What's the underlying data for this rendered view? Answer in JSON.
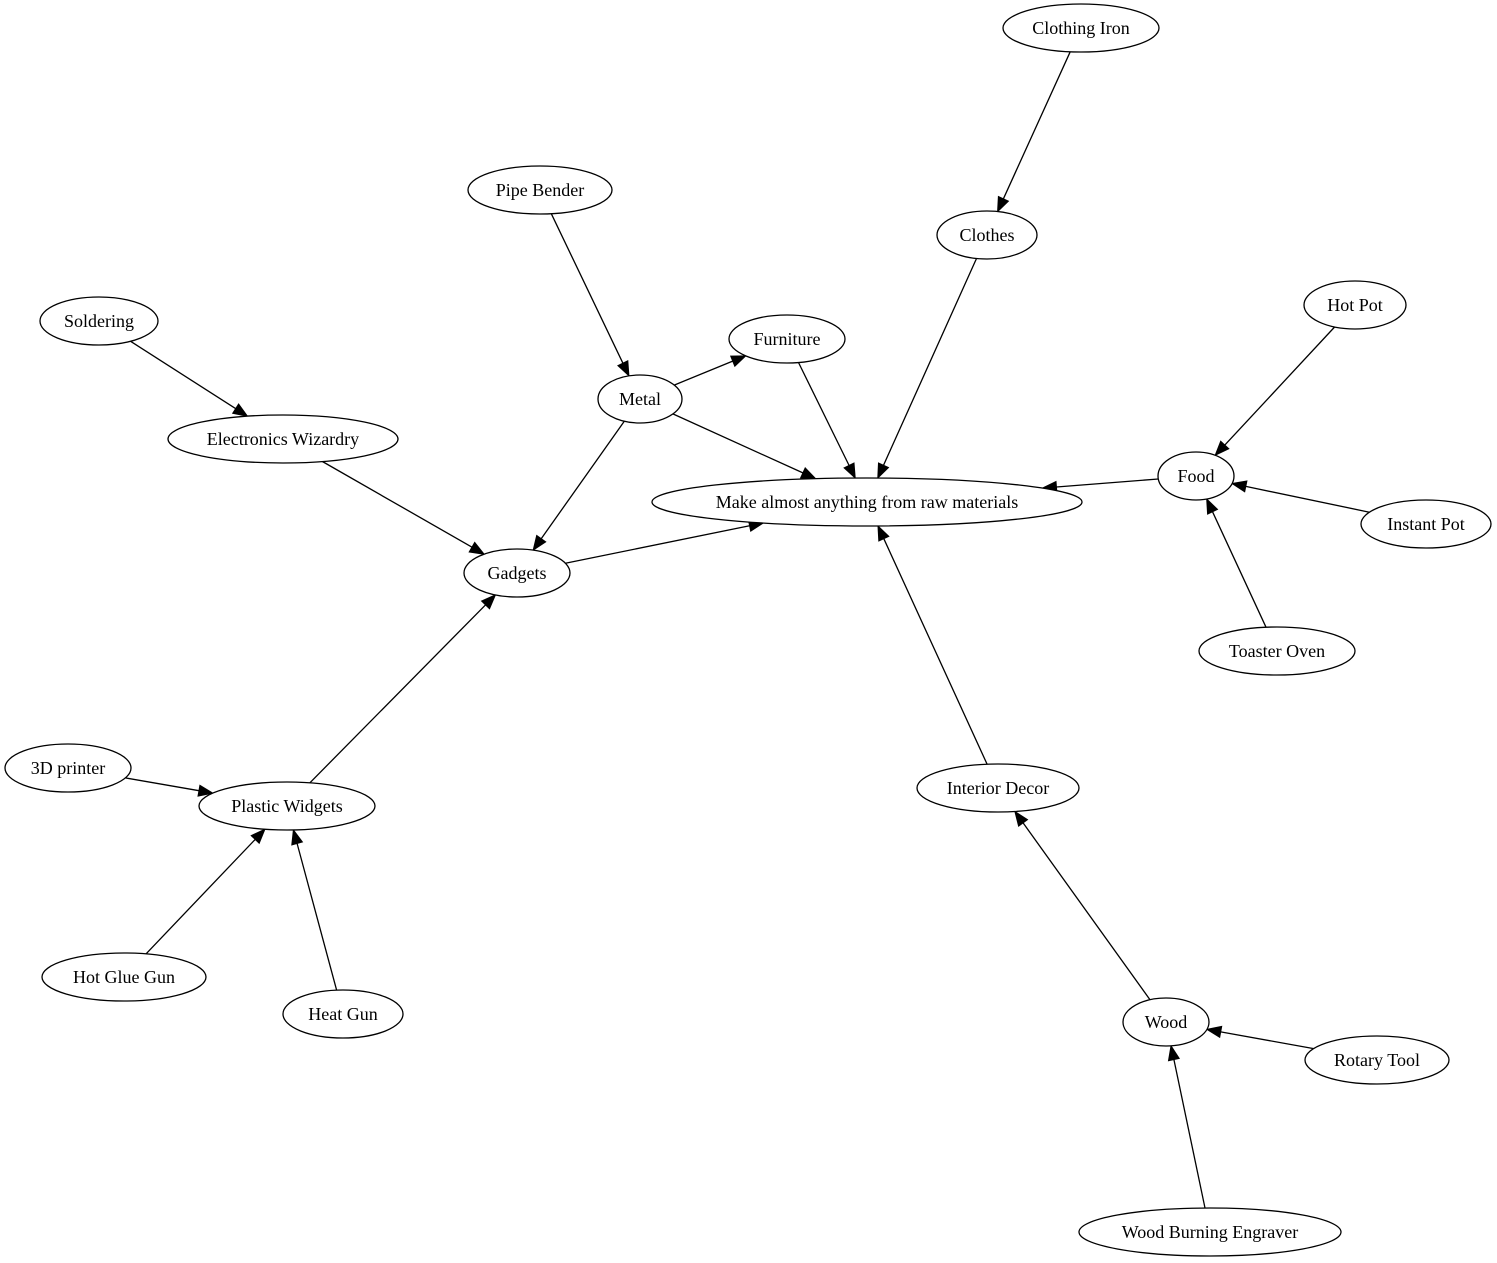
{
  "diagram": {
    "nodes": [
      {
        "id": "make",
        "label": "Make almost anything from raw materials"
      },
      {
        "id": "gadgets",
        "label": "Gadgets"
      },
      {
        "id": "metal",
        "label": "Metal"
      },
      {
        "id": "furniture",
        "label": "Furniture"
      },
      {
        "id": "pipe_bender",
        "label": "Pipe Bender"
      },
      {
        "id": "clothes",
        "label": "Clothes"
      },
      {
        "id": "clothing_iron",
        "label": "Clothing Iron"
      },
      {
        "id": "food",
        "label": "Food"
      },
      {
        "id": "hot_pot",
        "label": "Hot Pot"
      },
      {
        "id": "instant_pot",
        "label": "Instant Pot"
      },
      {
        "id": "toaster_oven",
        "label": "Toaster Oven"
      },
      {
        "id": "interior_decor",
        "label": "Interior Decor"
      },
      {
        "id": "wood",
        "label": "Wood"
      },
      {
        "id": "rotary_tool",
        "label": "Rotary Tool"
      },
      {
        "id": "wood_burning_engraver",
        "label": "Wood Burning Engraver"
      },
      {
        "id": "electronics_wizardry",
        "label": "Electronics Wizardry"
      },
      {
        "id": "soldering",
        "label": "Soldering"
      },
      {
        "id": "plastic_widgets",
        "label": "Plastic Widgets"
      },
      {
        "id": "printer_3d",
        "label": "3D printer"
      },
      {
        "id": "hot_glue_gun",
        "label": "Hot Glue Gun"
      },
      {
        "id": "heat_gun",
        "label": "Heat Gun"
      }
    ],
    "edges": [
      {
        "from": "gadgets",
        "to": "make"
      },
      {
        "from": "metal",
        "to": "make"
      },
      {
        "from": "furniture",
        "to": "make"
      },
      {
        "from": "clothes",
        "to": "make"
      },
      {
        "from": "food",
        "to": "make"
      },
      {
        "from": "interior_decor",
        "to": "make"
      },
      {
        "from": "metal",
        "to": "furniture"
      },
      {
        "from": "metal",
        "to": "gadgets"
      },
      {
        "from": "pipe_bender",
        "to": "metal"
      },
      {
        "from": "clothing_iron",
        "to": "clothes"
      },
      {
        "from": "hot_pot",
        "to": "food"
      },
      {
        "from": "instant_pot",
        "to": "food"
      },
      {
        "from": "toaster_oven",
        "to": "food"
      },
      {
        "from": "wood",
        "to": "interior_decor"
      },
      {
        "from": "rotary_tool",
        "to": "wood"
      },
      {
        "from": "wood_burning_engraver",
        "to": "wood"
      },
      {
        "from": "electronics_wizardry",
        "to": "gadgets"
      },
      {
        "from": "soldering",
        "to": "electronics_wizardry"
      },
      {
        "from": "plastic_widgets",
        "to": "gadgets"
      },
      {
        "from": "printer_3d",
        "to": "plastic_widgets"
      },
      {
        "from": "hot_glue_gun",
        "to": "plastic_widgets"
      },
      {
        "from": "heat_gun",
        "to": "plastic_widgets"
      }
    ]
  }
}
